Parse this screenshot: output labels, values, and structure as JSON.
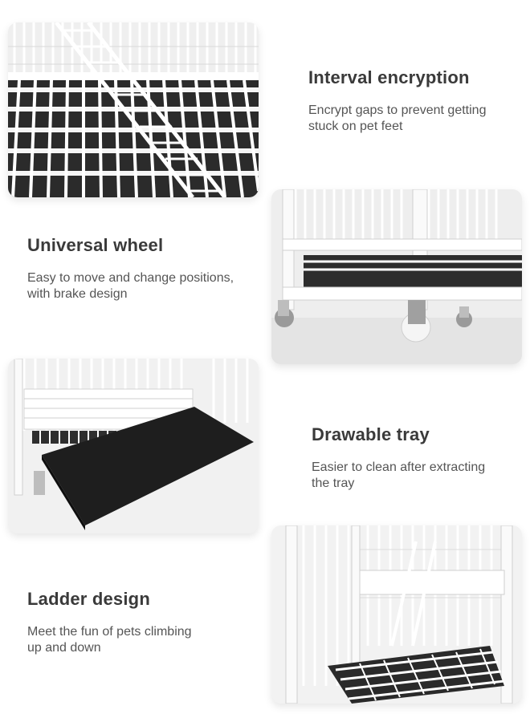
{
  "colors": {
    "title": "#3a3a3a",
    "text": "#555555",
    "background": "#ffffff"
  },
  "features": [
    {
      "title": "Interval encryption",
      "desc_lines": [
        "Encrypt gaps to prevent getting",
        "stuck on pet feet"
      ],
      "image": "cage-floor-grid-photo"
    },
    {
      "title": "Universal wheel",
      "desc_lines": [
        "Easy to move and change positions,",
        "with brake design"
      ],
      "image": "cage-wheel-photo"
    },
    {
      "title": "Drawable tray",
      "desc_lines": [
        "Easier to clean after extracting",
        "the tray"
      ],
      "image": "cage-tray-photo"
    },
    {
      "title": "Ladder design",
      "desc_lines": [
        "Meet the fun of pets climbing",
        "up and down"
      ],
      "image": "cage-ladder-photo"
    }
  ]
}
